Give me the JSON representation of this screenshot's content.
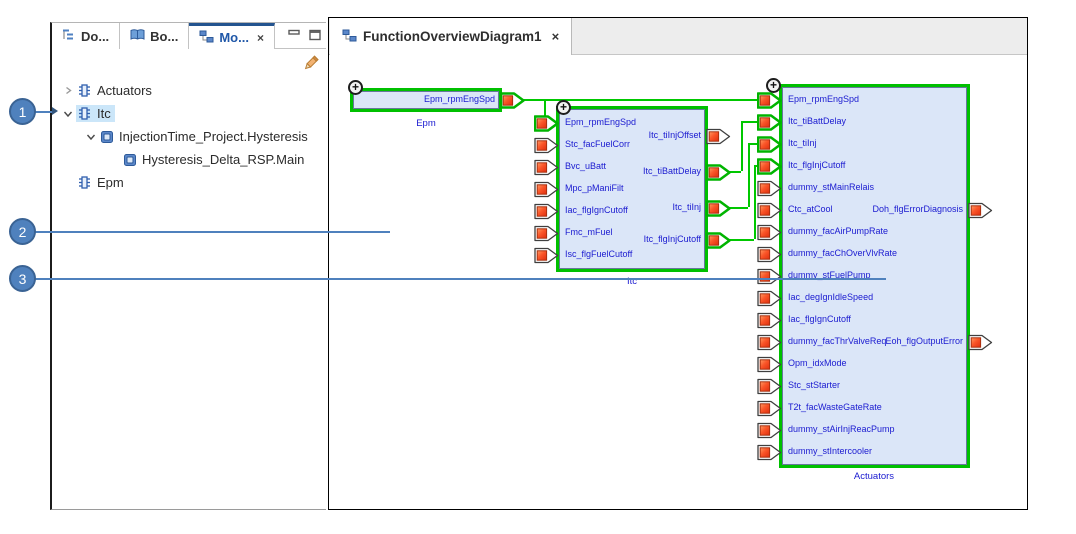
{
  "app": {
    "left_panel": {
      "tabs": [
        {
          "label": "Do...",
          "icon": "outline-icon",
          "active": false
        },
        {
          "label": "Bo...",
          "icon": "book-icon",
          "active": false
        },
        {
          "label": "Mo...",
          "icon": "model-diagram-icon",
          "active": true,
          "close_label": "×"
        }
      ],
      "window_buttons": {
        "minimize": "minimize-icon",
        "maximize": "maximize-icon"
      },
      "toolbar": {
        "edit_icon": "pencil-icon"
      },
      "tree": [
        {
          "label": "Actuators",
          "icon": "chip-icon",
          "state": "collapsed",
          "level": 0,
          "selected": false
        },
        {
          "label": "Itc",
          "icon": "chip-icon",
          "state": "expanded",
          "level": 0,
          "selected": true
        },
        {
          "label": "InjectionTime_Project.Hysteresis",
          "icon": "module-icon",
          "state": "expanded",
          "level": 1,
          "selected": false
        },
        {
          "label": "Hysteresis_Delta_RSP.Main",
          "icon": "module-icon",
          "state": "none",
          "level": 2,
          "selected": false
        },
        {
          "label": "Epm",
          "icon": "chip-icon",
          "state": "none",
          "level": 0,
          "selected": false
        }
      ]
    },
    "editor": {
      "tab": {
        "label": "FunctionOverviewDiagram1",
        "icon": "diagram-icon",
        "close_label": "×",
        "active": true
      }
    }
  },
  "diagram": {
    "blocks": [
      {
        "id": "Epm",
        "caption": "Epm",
        "inputs": [],
        "outputs": [
          {
            "label": "Epm_rpmEngSpd",
            "connected": true
          }
        ]
      },
      {
        "id": "Itc",
        "caption": "Itc",
        "inputs": [
          {
            "label": "Epm_rpmEngSpd",
            "connected": true
          },
          {
            "label": "Stc_facFuelCorr",
            "connected": false
          },
          {
            "label": "Bvc_uBatt",
            "connected": false
          },
          {
            "label": "Mpc_pManiFilt",
            "connected": false
          },
          {
            "label": "Iac_flgIgnCutoff",
            "connected": false
          },
          {
            "label": "Fmc_mFuel",
            "connected": false
          },
          {
            "label": "Isc_flgFuelCutoff",
            "connected": false
          }
        ],
        "outputs": [
          {
            "label": "Itc_tiInjOffset",
            "connected": false
          },
          {
            "label": "Itc_tiBattDelay",
            "connected": true
          },
          {
            "label": "Itc_tiInj",
            "connected": true
          },
          {
            "label": "Itc_flgInjCutoff",
            "connected": true
          }
        ]
      },
      {
        "id": "Actuators",
        "caption": "Actuators",
        "inputs": [
          {
            "label": "Epm_rpmEngSpd",
            "connected": true
          },
          {
            "label": "Itc_tiBattDelay",
            "connected": true
          },
          {
            "label": "Itc_tiInj",
            "connected": true
          },
          {
            "label": "Itc_flgInjCutoff",
            "connected": true
          },
          {
            "label": "dummy_stMainRelais",
            "connected": false
          },
          {
            "label": "Ctc_atCool",
            "connected": false
          },
          {
            "label": "dummy_facAirPumpRate",
            "connected": false
          },
          {
            "label": "dummy_facChOverVlvRate",
            "connected": false
          },
          {
            "label": "dummy_stFuelPump",
            "connected": false
          },
          {
            "label": "Iac_degIgnIdleSpeed",
            "connected": false
          },
          {
            "label": "Iac_flgIgnCutoff",
            "connected": false
          },
          {
            "label": "dummy_facThrValveReq",
            "connected": false
          },
          {
            "label": "Opm_idxMode",
            "connected": false
          },
          {
            "label": "Stc_stStarter",
            "connected": false
          },
          {
            "label": "T2t_facWasteGateRate",
            "connected": false
          },
          {
            "label": "dummy_stAirInjReacPump",
            "connected": false
          },
          {
            "label": "dummy_stIntercooler",
            "connected": false
          }
        ],
        "outputs": [
          {
            "label": "Doh_flgErrorDiagnosis",
            "connected": false
          },
          {
            "label": "Eoh_flgOutputError",
            "connected": false
          }
        ]
      }
    ],
    "connections": [
      {
        "from": "Epm.Epm_rpmEngSpd",
        "to": "Itc.Epm_rpmEngSpd"
      },
      {
        "from": "Epm.Epm_rpmEngSpd",
        "to": "Actuators.Epm_rpmEngSpd"
      },
      {
        "from": "Itc.Itc_tiBattDelay",
        "to": "Actuators.Itc_tiBattDelay"
      },
      {
        "from": "Itc.Itc_tiInj",
        "to": "Actuators.Itc_tiInj"
      },
      {
        "from": "Itc.Itc_flgInjCutoff",
        "to": "Actuators.Itc_flgInjCutoff"
      }
    ]
  },
  "callouts": [
    {
      "number": "1"
    },
    {
      "number": "2"
    },
    {
      "number": "3"
    }
  ],
  "colors": {
    "block_border": "#00c000",
    "block_fill": "#dbe6f8",
    "wire": "#00c800",
    "port_square": "#f4491f",
    "label_blue": "#1a1ad0",
    "callout_blue": "#4f81bd",
    "selection_blue": "#cbe6f9",
    "active_tab_blue": "#1f57a8"
  }
}
